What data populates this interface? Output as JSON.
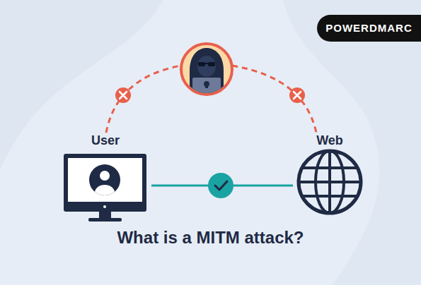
{
  "diagram": {
    "title": "What is a MITM attack?",
    "nodes": [
      {
        "text": [
          "User"
        ]
      },
      {
        "text": [
          "Web"
        ]
      }
    ],
    "edges": [
      {
        "from": 0,
        "to": 1,
        "arrow": "none"
      }
    ],
    "labels": [
      "POWERDMARC"
    ]
  }
}
